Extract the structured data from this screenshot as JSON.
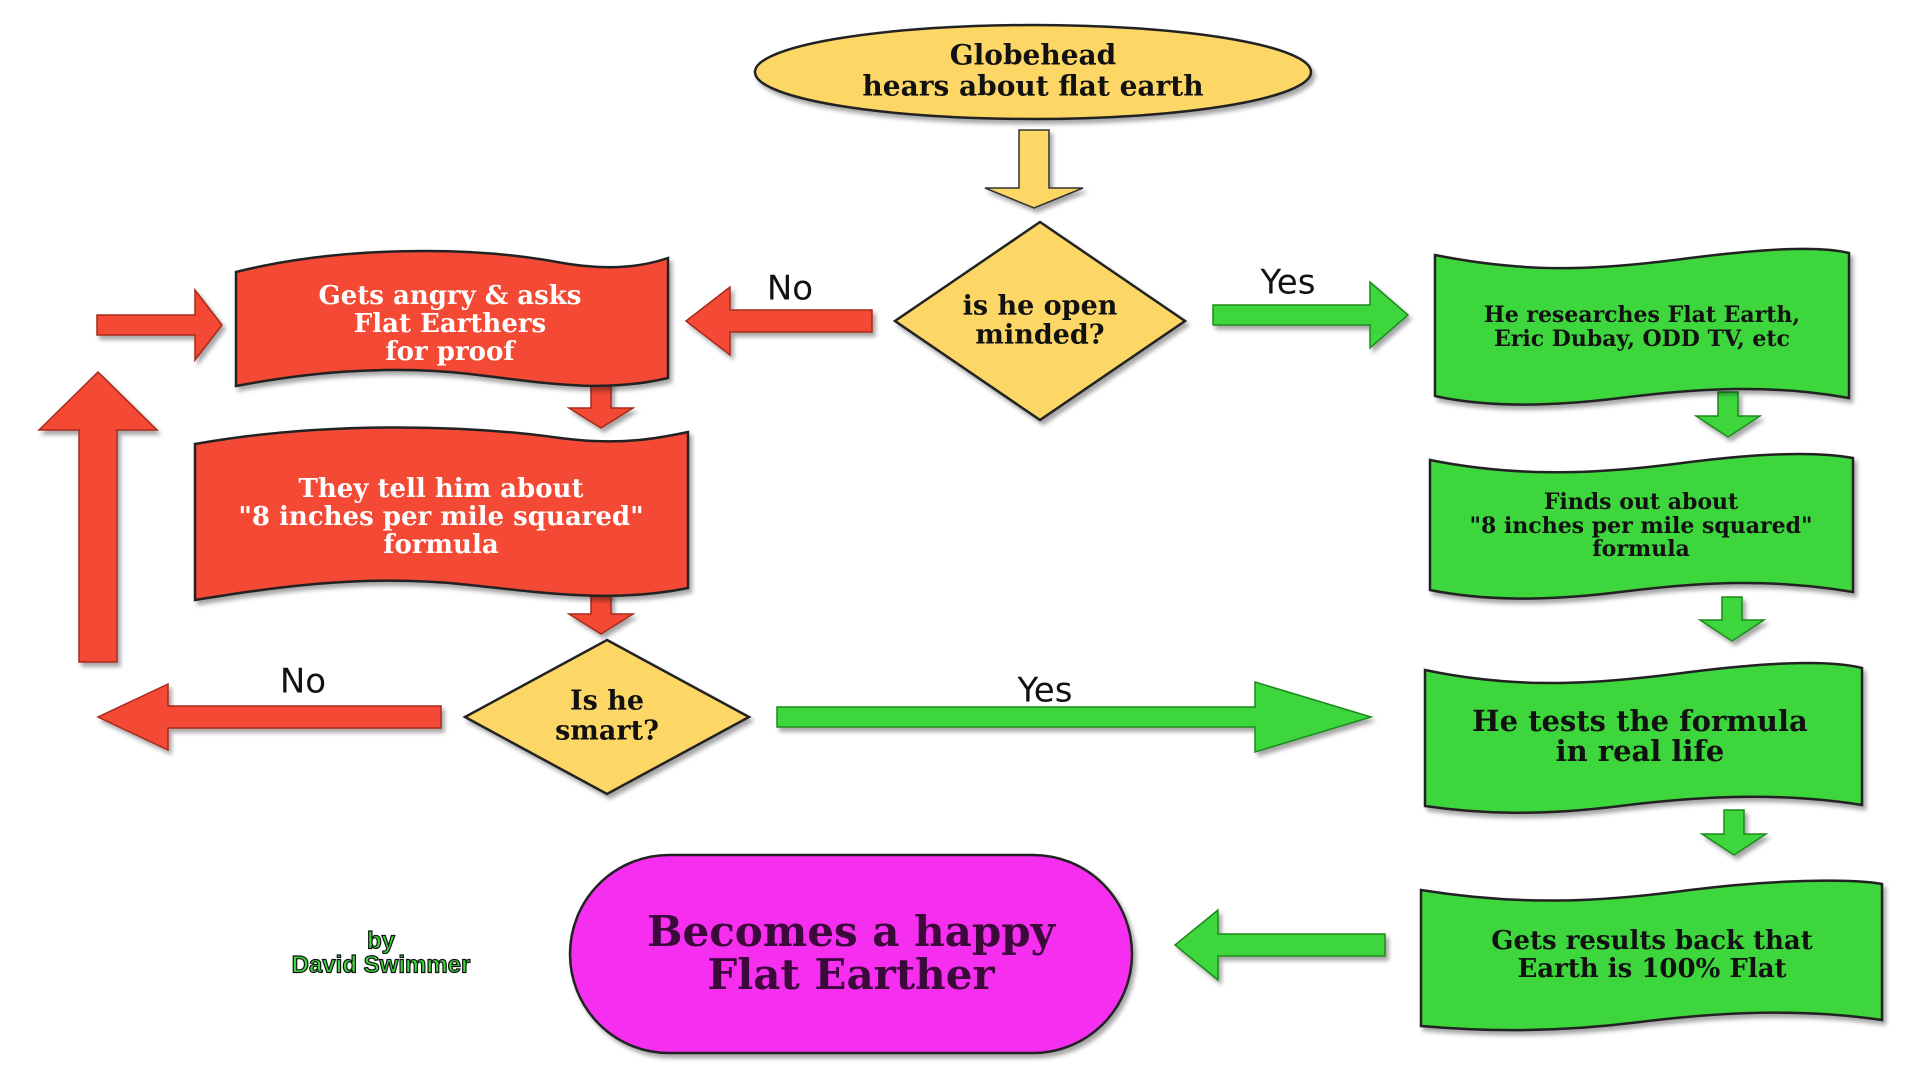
{
  "colors": {
    "start": "#fcd766",
    "decision": "#fcd766",
    "negative": "#f44a35",
    "positive": "#3dd63d",
    "outcome": "#f52ef0",
    "outline": "#222222",
    "text_dark": "#111111",
    "text_light": "#ffffff"
  },
  "nodes": {
    "start": {
      "line1": "Globehead",
      "line2": "hears about flat earth"
    },
    "decision_open": {
      "line1": "is he open",
      "line2": "minded?"
    },
    "decision_smart": {
      "line1": "Is he",
      "line2": "smart?"
    },
    "angry": {
      "line1": "Gets angry & asks",
      "line2": "Flat Earthers",
      "line3": "for proof"
    },
    "told_formula": {
      "line1": "They tell him about",
      "line2": "\"8 inches per mile squared\"",
      "line3": "formula"
    },
    "researches": {
      "line1": "He researches Flat Earth,",
      "line2": "Eric Dubay, ODD TV, etc"
    },
    "finds_formula": {
      "line1": "Finds out about",
      "line2": "\"8 inches per mile squared\"",
      "line3": "formula"
    },
    "tests": {
      "line1": "He tests the formula",
      "line2": "in real life"
    },
    "results": {
      "line1": "Gets results back that",
      "line2": "Earth is 100% Flat"
    },
    "outcome": {
      "line1": "Becomes a happy",
      "line2": "Flat Earther"
    }
  },
  "labels": {
    "open_no": "No",
    "open_yes": "Yes",
    "smart_no": "No",
    "smart_yes": "Yes"
  },
  "author": {
    "line1": "by",
    "line2": "David Swimmer"
  }
}
